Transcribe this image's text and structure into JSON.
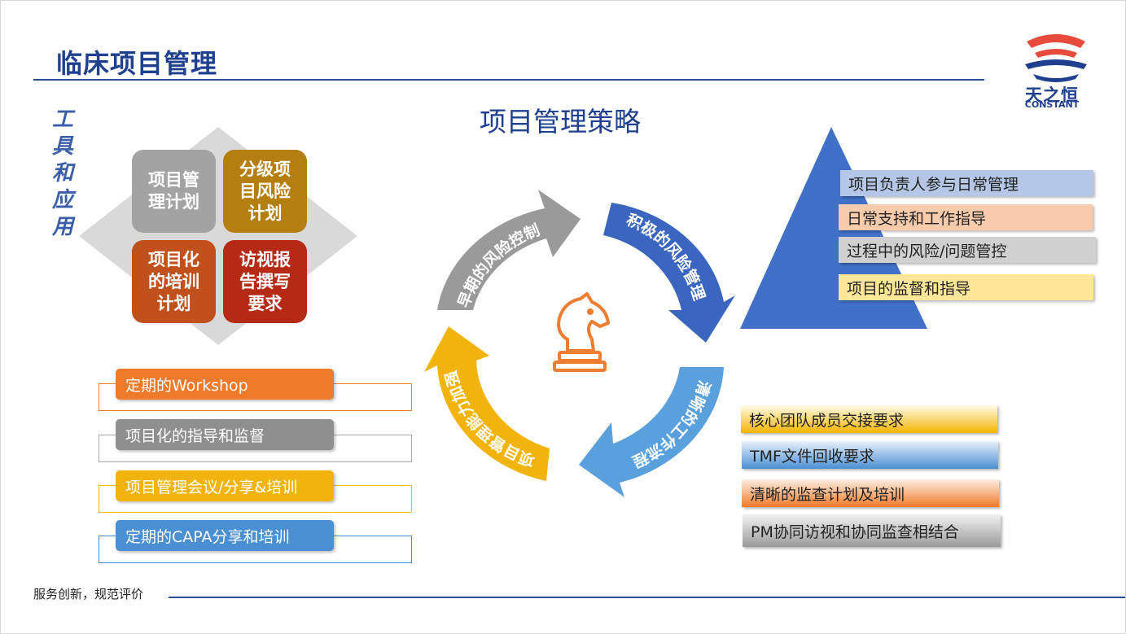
{
  "header": {
    "title": "临床项目管理"
  },
  "logo": {
    "name": "天之恒",
    "en": "CONSTANT"
  },
  "tools": {
    "vertical_label": "工具和应用",
    "tiles": [
      {
        "label": "项目管\n理计划",
        "color": "#a3a3a3"
      },
      {
        "label": "分级项\n目风险\n计划",
        "color": "#b47e10"
      },
      {
        "label": "项目化\n的培训\n计划",
        "color": "#c0501c"
      },
      {
        "label": "访视报\n告撰写\n要求",
        "color": "#b52a14"
      }
    ],
    "bars": [
      {
        "label": "定期的Workshop",
        "color": "#ef7a2a",
        "border": "#ef7a2a"
      },
      {
        "label": "项目化的指导和监督",
        "color": "#8f8f8f",
        "border": "#a8a8a8"
      },
      {
        "label": "项目管理会议/分享&培训",
        "color": "#f2b40c",
        "border": "#f2c000"
      },
      {
        "label": "定期的CAPA分享和培训",
        "color": "#4a8fd4",
        "border": "#4a8fd4"
      }
    ]
  },
  "strategy": {
    "title": "项目管理策略",
    "cycle": [
      {
        "label": "早期的风险控制",
        "color": "#9a9a9a"
      },
      {
        "label": "积极的风险管理",
        "color": "#3a66c0"
      },
      {
        "label": "清晰的工作流程",
        "color": "#5aa0dc"
      },
      {
        "label": "项目管理能力加强",
        "color": "#f2b40c"
      }
    ],
    "center_icon": "chess-knight-icon",
    "center_color": "#ee7d31"
  },
  "pyramid": {
    "color": "#4070c8",
    "items": [
      {
        "label": "项目负责人参与日常管理",
        "color": "#b4c7e7"
      },
      {
        "label": "日常支持和工作指导",
        "color": "#f8cbad"
      },
      {
        "label": "过程中的风险/问题管控",
        "color": "#d0d0d0"
      },
      {
        "label": "项目的监督和指导",
        "color": "#ffe699"
      }
    ]
  },
  "requirements": [
    {
      "label": "核心团队成员交接要求",
      "from": "#fffbe8",
      "to": "#f4b400"
    },
    {
      "label": "TMF文件回收要求",
      "from": "#e8f1fb",
      "to": "#4a8fd4"
    },
    {
      "label": "清晰的监查计划及培训",
      "from": "#fdeee2",
      "to": "#ef7a2a"
    },
    {
      "label": "PM协同访视和协同监查相结合",
      "from": "#f2f2f2",
      "to": "#9a9a9a"
    }
  ],
  "footer": {
    "text": "服务创新，规范评价"
  }
}
